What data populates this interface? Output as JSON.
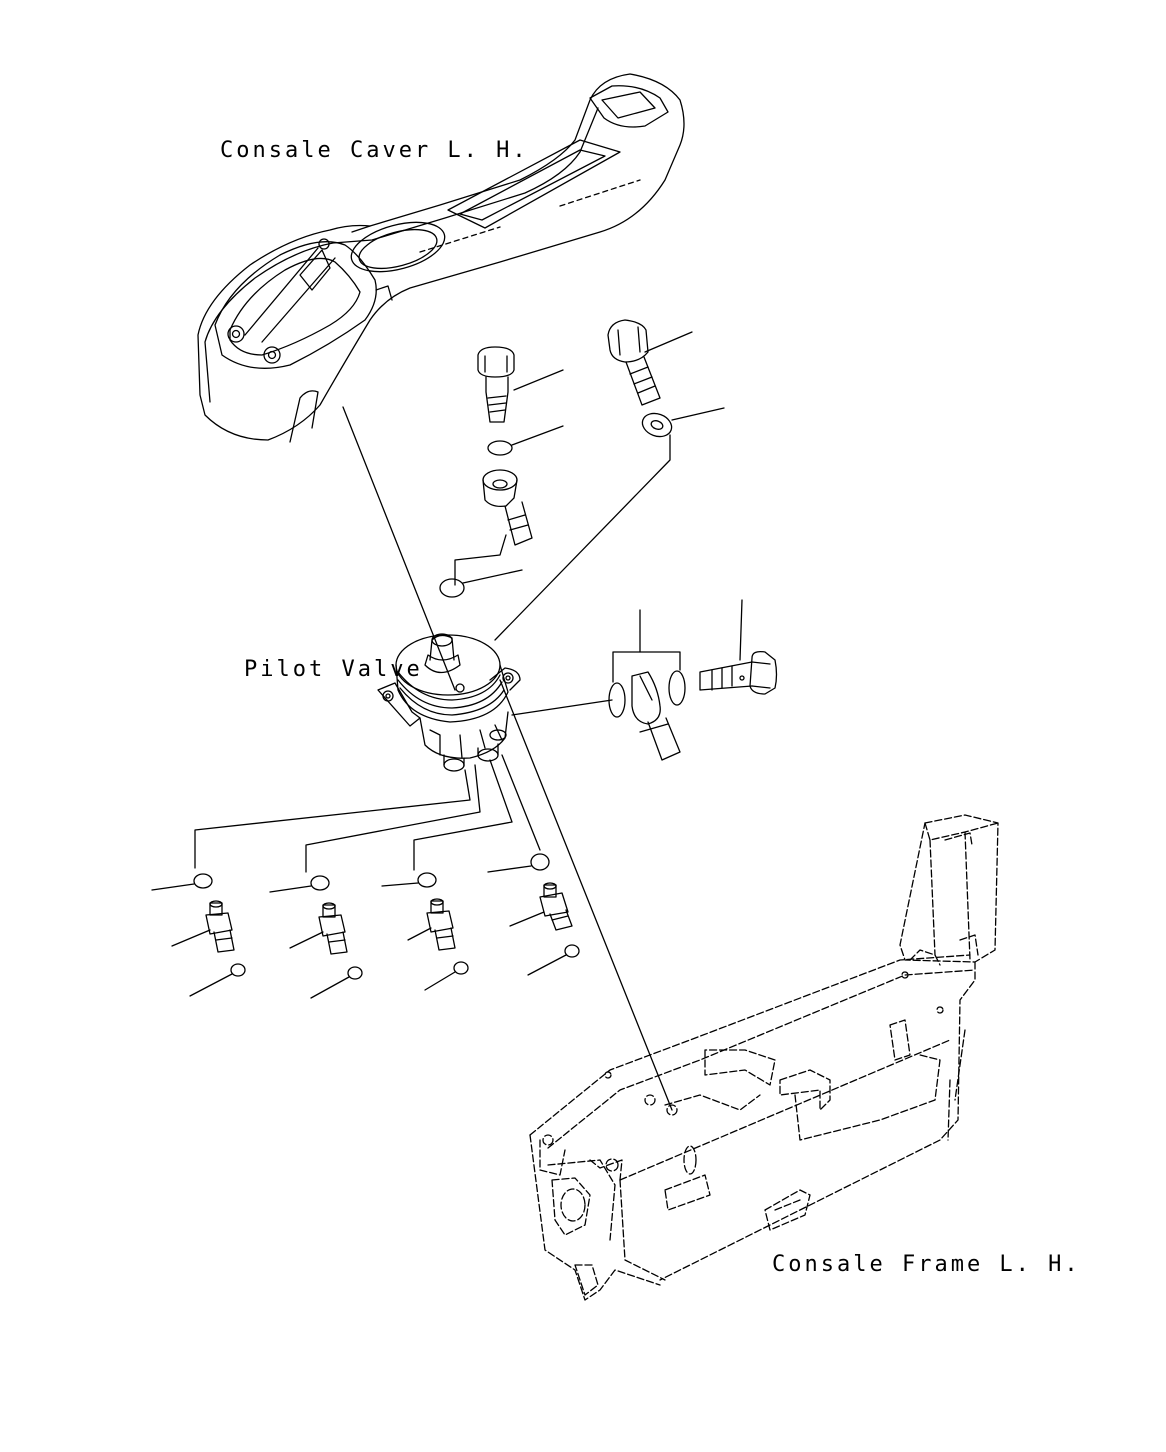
{
  "labels": {
    "console_cover": "Consale Caver L. H.",
    "pilot_valve": "Pilot Valve",
    "console_frame": "Consale Frame L. H."
  },
  "colors": {
    "line": "#000000",
    "background": "#ffffff"
  }
}
